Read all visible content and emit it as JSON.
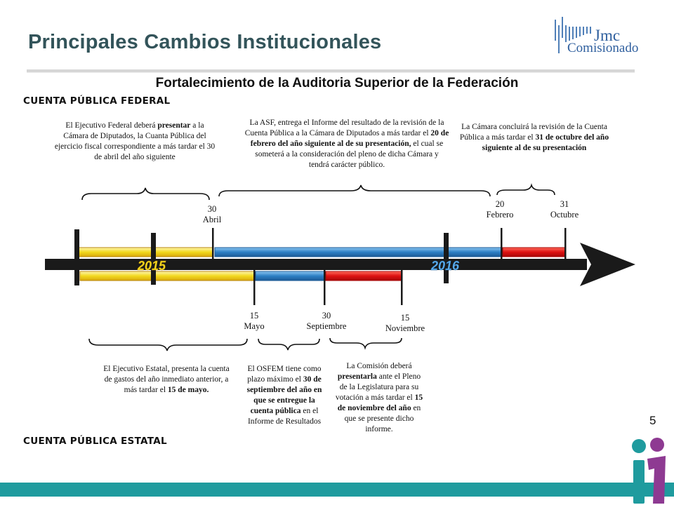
{
  "header": {
    "title": "Principales Cambios Institucionales",
    "subtitle": "Fortalecimiento de la Auditoria Superior de la Federación"
  },
  "logo": {
    "name": "Jmc",
    "sub": "Comisionado"
  },
  "sections": {
    "federal": "CUENTA PÚBLICA FEDERAL",
    "estatal": "CUENTA PÚBLICA ESTATAL"
  },
  "timeline": {
    "year_start": "2015",
    "year_end": "2016",
    "federal_markers": [
      {
        "day": "30",
        "month": "Abril"
      },
      {
        "day": "20",
        "month": "Febrero"
      },
      {
        "day": "31",
        "month": "Octubre"
      }
    ],
    "estatal_markers": [
      {
        "day": "15",
        "month": "Mayo"
      },
      {
        "day": "30",
        "month": "Septiembre"
      },
      {
        "day": "15",
        "month": "Noviembre"
      }
    ]
  },
  "federal_notes": {
    "ejecutivo": {
      "a": "El Ejecutivo Federal deberá ",
      "b": "presentar",
      "c": " a la Cámara de Diputados, la Cuanta Pública del ejercicio fiscal correspondiente a más tardar el 30 de abril del año siguiente"
    },
    "asf": {
      "a": "La ASF, entrega el Informe del resultado de la revisión de la Cuenta Pública a la Cámara de Diputados a más tardar el ",
      "b": "20 de febrero del año siguiente al de su presentación,",
      "c": " el cual se someterá a la consideración del pleno de dicha Cámara y tendrá carácter público."
    },
    "camara": {
      "a": "La Cámara concluirá la revisión de la Cuenta Pública a más tardar el ",
      "b": "31 de octubre del año siguiente al de su presentación",
      "c": ""
    }
  },
  "estatal_notes": {
    "ejecutivo": {
      "a": "El Ejecutivo Estatal, presenta la cuenta de gastos del año inmediato anterior, a más tardar el ",
      "b": "15 de mayo.",
      "c": ""
    },
    "osfem": {
      "a": "El OSFEM tiene como plazo máximo el ",
      "b": "30 de septiembre del año en que se entregue la cuenta pública",
      "c": " en el Informe de Resultados"
    },
    "comision": {
      "a": "La Comisión deberá ",
      "b": "presentarla",
      "c": " ante el Pleno de la Legislatura para su votación a más tardar el ",
      "d": "15 de noviembre del año",
      "e": " en que se presente dicho informe."
    }
  },
  "page_number": "5",
  "colors": {
    "title": "#33545a",
    "yellow_bar": "#f2d81e",
    "blue_bar": "#2d7fc4",
    "red_bar": "#dd1111",
    "timeline": "#1a1a1a",
    "bottom_bar": "#1f9b9e",
    "brand_teal": "#1f9b9e",
    "brand_purple": "#8e3a92",
    "logo_blue": "#2f5f9e"
  }
}
